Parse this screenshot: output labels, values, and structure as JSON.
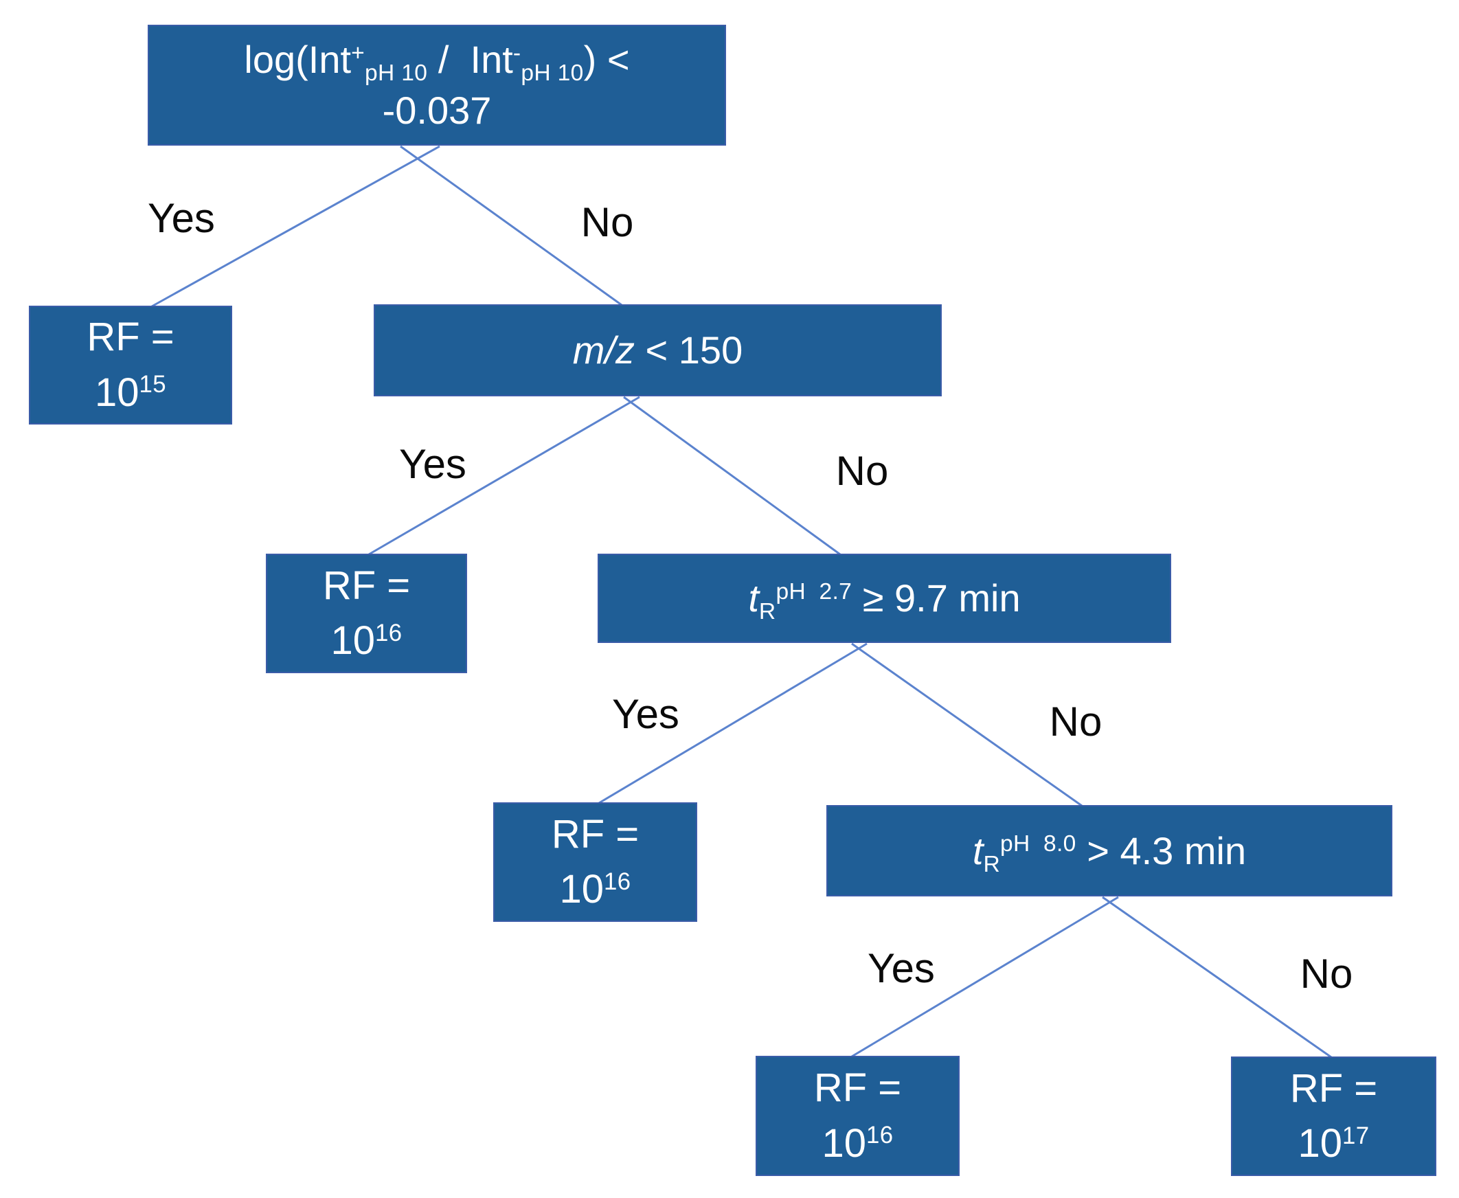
{
  "colors": {
    "node_fill": "#1F5E96",
    "node_border": "#3A5CA8",
    "connector": "#5B83CE",
    "node_text": "#FFFFFF",
    "branch_label_text": "#0A0A0A"
  },
  "nodes": {
    "root": {
      "kind": "decision",
      "plain_text": "log(Int+pH 10 / Int-pH 10) < -0.037",
      "segments": [
        {
          "text": "log(Int"
        },
        {
          "text": "+",
          "style": "sup"
        },
        {
          "text": "pH 10",
          "style": "sub"
        },
        {
          "text": " /  Int"
        },
        {
          "text": "-",
          "style": "sup"
        },
        {
          "text": "pH 10",
          "style": "sub"
        },
        {
          "text": ") <"
        },
        {
          "style": "br"
        },
        {
          "text": "-0.037"
        }
      ]
    },
    "mz": {
      "kind": "decision",
      "plain_text": "m/z < 150",
      "segments": [
        {
          "text": "m/z",
          "style": "italic"
        },
        {
          "text": " < 150"
        }
      ]
    },
    "tr_ph27": {
      "kind": "decision",
      "plain_text": "tR pH 2.7 >= 9.7 min",
      "segments": [
        {
          "text": "t",
          "style": "italic"
        },
        {
          "text": "R",
          "style": "sub"
        },
        {
          "text": "pH  2.7",
          "style": "sup"
        },
        {
          "text": " ≥ 9.7 min"
        }
      ]
    },
    "tr_ph80": {
      "kind": "decision",
      "plain_text": "tR pH 8.0 > 4.3 min",
      "segments": [
        {
          "text": "t",
          "style": "italic"
        },
        {
          "text": "R",
          "style": "sub"
        },
        {
          "text": "pH  8.0",
          "style": "sup"
        },
        {
          "text": " > 4.3 min"
        }
      ]
    },
    "rf15": {
      "kind": "leaf",
      "plain_text": "RF = 10^15",
      "segments": [
        {
          "text": "RF ="
        },
        {
          "style": "br"
        },
        {
          "text": "10"
        },
        {
          "text": "15",
          "style": "sup"
        }
      ]
    },
    "rf16_a": {
      "kind": "leaf",
      "plain_text": "RF = 10^16",
      "segments": [
        {
          "text": "RF ="
        },
        {
          "style": "br"
        },
        {
          "text": "10"
        },
        {
          "text": "16",
          "style": "sup"
        }
      ]
    },
    "rf16_b": {
      "kind": "leaf",
      "plain_text": "RF = 10^16",
      "segments": [
        {
          "text": "RF ="
        },
        {
          "style": "br"
        },
        {
          "text": "10"
        },
        {
          "text": "16",
          "style": "sup"
        }
      ]
    },
    "rf16_c": {
      "kind": "leaf",
      "plain_text": "RF = 10^16",
      "segments": [
        {
          "text": "RF ="
        },
        {
          "style": "br"
        },
        {
          "text": "10"
        },
        {
          "text": "16",
          "style": "sup"
        }
      ]
    },
    "rf17": {
      "kind": "leaf",
      "plain_text": "RF = 10^17",
      "segments": [
        {
          "text": "RF ="
        },
        {
          "style": "br"
        },
        {
          "text": "10"
        },
        {
          "text": "17",
          "style": "sup"
        }
      ]
    }
  },
  "branch_labels": {
    "root_yes": "Yes",
    "root_no": "No",
    "mz_yes": "Yes",
    "mz_no": "No",
    "tr27_yes": "Yes",
    "tr27_no": "No",
    "tr80_yes": "Yes",
    "tr80_no": "No"
  }
}
